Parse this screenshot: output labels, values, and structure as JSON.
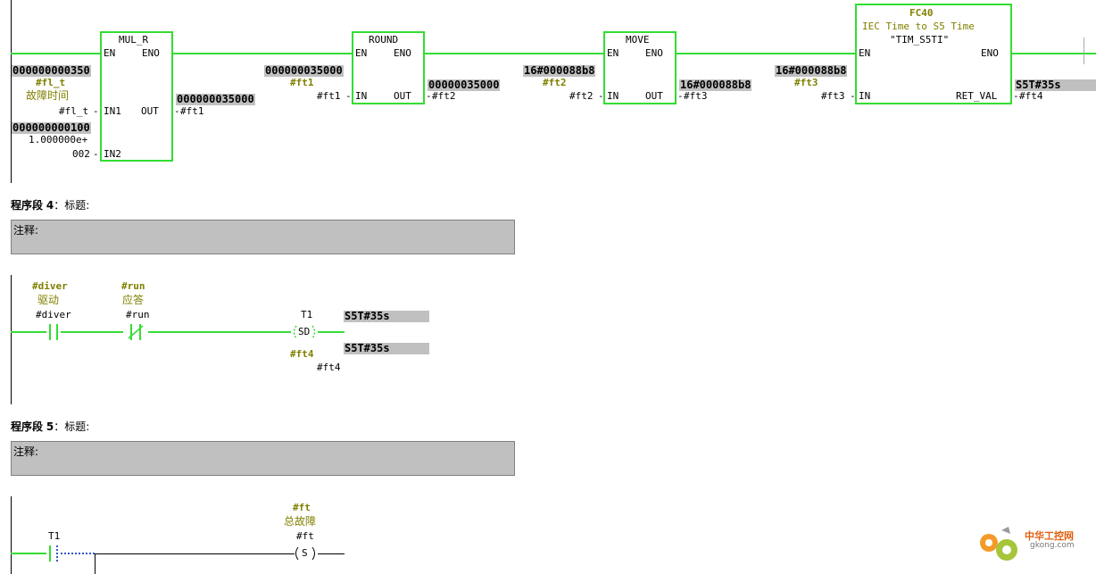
{
  "network3": {
    "mul": {
      "title": "MUL_R",
      "en": "EN",
      "eno": "ENO",
      "in1": "IN1",
      "in2": "IN2",
      "out": "OUT",
      "in1_value": "000000000350",
      "in1_sym": "#fl_t",
      "in1_comment": "故障时间",
      "in1_var": "#fl_t",
      "in2_value": "000000000100",
      "in2_const1": "1.000000e+",
      "in2_const2": "002",
      "out_value": "000000035000",
      "out_var": "#ft1"
    },
    "round": {
      "title": "ROUND",
      "en": "EN",
      "eno": "ENO",
      "in": "IN",
      "out": "OUT",
      "in_value": "000000035000",
      "in_sym": "#ft1",
      "in_var": "#ft1",
      "out_value": "00000035000",
      "out_var": "#ft2"
    },
    "move": {
      "title": "MOVE",
      "en": "EN",
      "eno": "ENO",
      "in": "IN",
      "out": "OUT",
      "in_value": "16#000088b8",
      "in_sym": "#ft2",
      "in_var": "#ft2",
      "out_value": "16#000088b8",
      "out_var": "#ft3"
    },
    "fc40": {
      "title": "FC40",
      "subtitle": "IEC Time to S5 Time",
      "name": "\"TIM_S5TI\"",
      "en": "EN",
      "eno": "ENO",
      "in": "IN",
      "ret": "RET_VAL",
      "in_value": "16#000088b8",
      "in_sym": "#ft3",
      "in_var": "#ft3",
      "ret_value": "S5T#35s",
      "ret_var": "#ft4"
    }
  },
  "network4": {
    "label": "程序段",
    "number": "4",
    "sep": "：",
    "title": "标题:",
    "comment": "注释:",
    "contact1": {
      "sym": "#diver",
      "comment": "驱动",
      "var": "#diver"
    },
    "contact2": {
      "sym": "#run",
      "comment": "应答",
      "var": "#run"
    },
    "timer": {
      "name": "T1",
      "type": "SD",
      "value1": "S5T#35s",
      "value2": "S5T#35s",
      "sym": "#ft4",
      "var": "#ft4"
    }
  },
  "network5": {
    "label": "程序段",
    "number": "5",
    "sep": "：",
    "title": "标题:",
    "comment": "注释:",
    "contact": {
      "var": "T1"
    },
    "coil": {
      "sym": "#ft",
      "comment": "总故障",
      "var": "#ft",
      "type": "S"
    }
  },
  "watermark": {
    "title": "中华工控网",
    "url": "gkong.com"
  },
  "colors": {
    "wire": "#33dd33",
    "value_bg": "#c0c0c0",
    "symbol": "#808000"
  }
}
